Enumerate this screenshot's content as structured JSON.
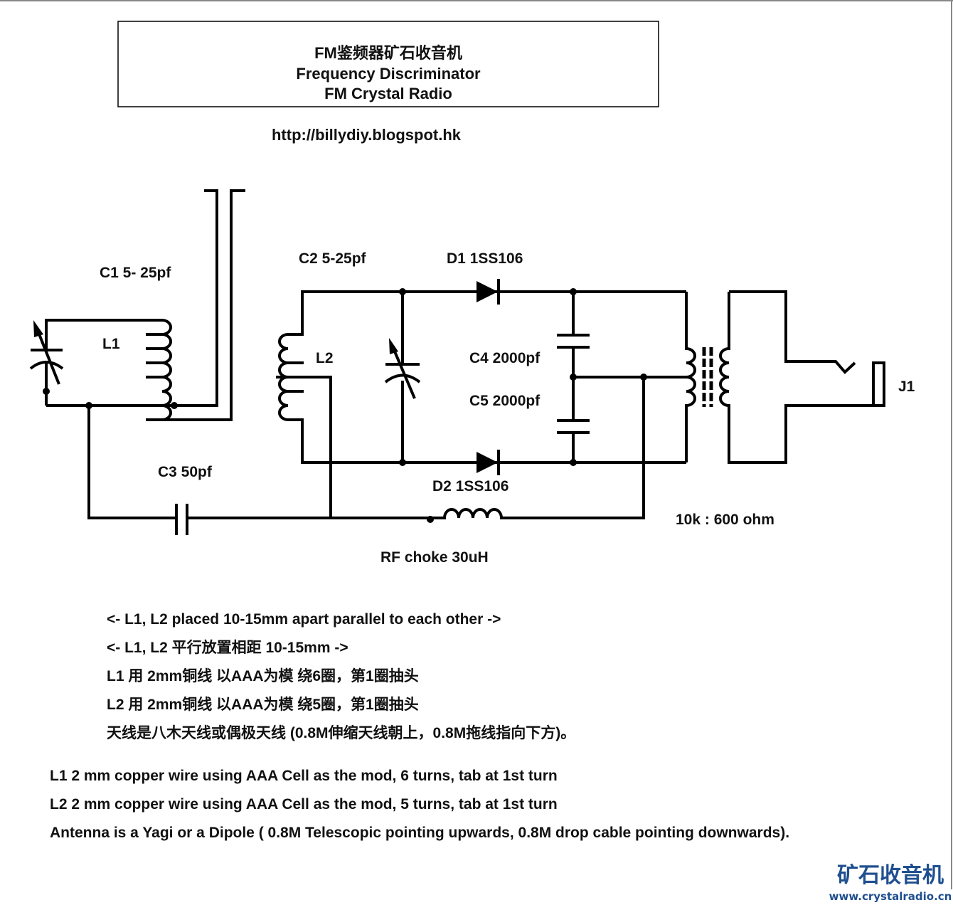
{
  "title": {
    "line1": "FM鉴频器矿石收音机",
    "line2": "Frequency Discriminator",
    "line3": "FM Crystal Radio"
  },
  "url": "http://billydiy.blogspot.hk",
  "components": {
    "c1": "C1 5- 25pf",
    "l1": "L1",
    "c2": "C2 5-25pf",
    "l2": "L2",
    "d1": "D1 1SS106",
    "d2": "D2 1SS106",
    "c4": "C4 2000pf",
    "c5": "C5 2000pf",
    "c3": "C3 50pf",
    "choke": "RF choke 30uH",
    "transformer": "10k : 600 ohm",
    "j1": "J1"
  },
  "notes": [
    "<- L1, L2 placed  10-15mm apart parallel to each other ->",
    "<- L1, L2 平行放置相距  10-15mm  ->",
    "L1 用 2mm铜线 以AAA为模 绕6圈，第1圈抽头",
    "L2 用 2mm铜线 以AAA为模 绕5圈，第1圈抽头",
    "天线是八木天线或偶极天线  (0.8M伸缩天线朝上，0.8M拖线指向下方)。"
  ],
  "english_notes": [
    "L1  2 mm copper wire using AAA Cell as the mod, 6 turns, tab at 1st turn",
    "L2  2 mm copper wire using AAA Cell as the mod, 5 turns, tab at 1st turn",
    "Antenna is a Yagi or a Dipole ( 0.8M Telescopic pointing upwards, 0.8M drop cable pointing downwards)."
  ],
  "logo": {
    "cn": "矿石收音机",
    "url": "www.crystalradio.cn",
    "color": "#1f4f8f"
  }
}
